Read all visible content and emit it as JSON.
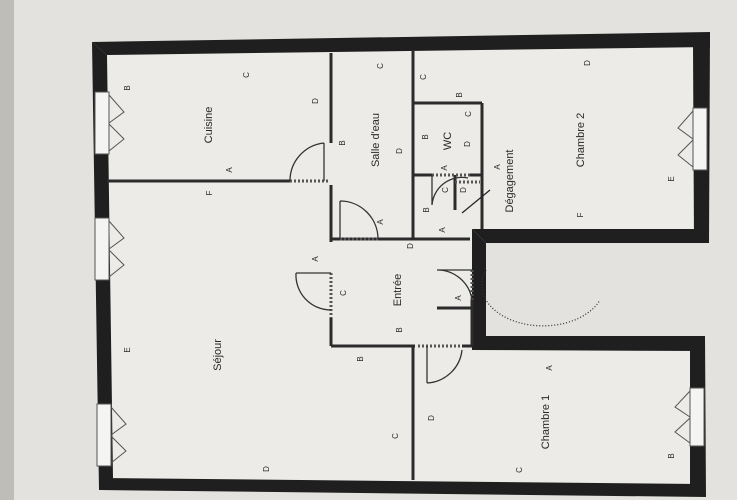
{
  "rooms": {
    "cuisine": "Cuisine",
    "salle_eau": "Salle d'eau",
    "wc": "WC",
    "degagement": "Dégagement",
    "chambre2": "Chambre 2",
    "sejour": "Séjour",
    "entree": "Entrée",
    "chambre1": "Chambre 1"
  },
  "walls": {
    "A": "A",
    "B": "B",
    "C": "C",
    "D": "D",
    "E": "E",
    "F": "F"
  },
  "colors": {
    "paper": "#e9e8e4",
    "wall": "#1f1f1f",
    "ink": "#2a2a2a"
  }
}
